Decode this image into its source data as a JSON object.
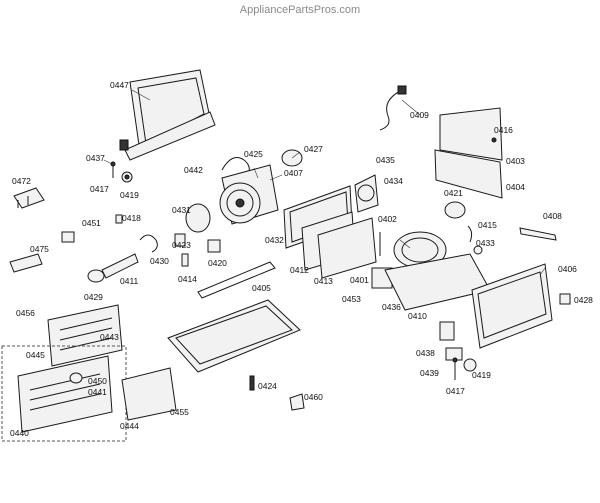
{
  "watermark": "AppliancePartsPros.com",
  "labels": {
    "p0447": "0447",
    "p0437": "0437",
    "p0417a": "0417",
    "p0419a": "0419",
    "p0472": "0472",
    "p0442": "0442",
    "p0425": "0425",
    "p0427": "0427",
    "p0407": "0407",
    "p0409": "0409",
    "p0416": "0416",
    "p0403": "0403",
    "p0404": "0404",
    "p0435": "0435",
    "p0434": "0434",
    "p0421": "0421",
    "p0451": "0451",
    "p0418": "0418",
    "p0431": "0431",
    "p0475": "0475",
    "p0423": "0423",
    "p0430": "0430",
    "p0420": "0420",
    "p0414": "0414",
    "p0411": "0411",
    "p0429": "0429",
    "p0432": "0432",
    "p0412": "0412",
    "p0413": "0413",
    "p0401": "0401",
    "p0402": "0402",
    "p0415": "0415",
    "p0433": "0433",
    "p0408": "0408",
    "p0406": "0406",
    "p0428": "0428",
    "p0405": "0405",
    "p0453": "0453",
    "p0436": "0436",
    "p0410": "0410",
    "p0456": "0456",
    "p0443": "0443",
    "p0445": "0445",
    "p0450": "0450",
    "p0441": "0441",
    "p0424": "0424",
    "p0460": "0460",
    "p0438": "0438",
    "p0439": "0439",
    "p0419b": "0419",
    "p0417b": "0417",
    "p0455": "0455",
    "p0440": "0440",
    "p0444": "0444"
  }
}
